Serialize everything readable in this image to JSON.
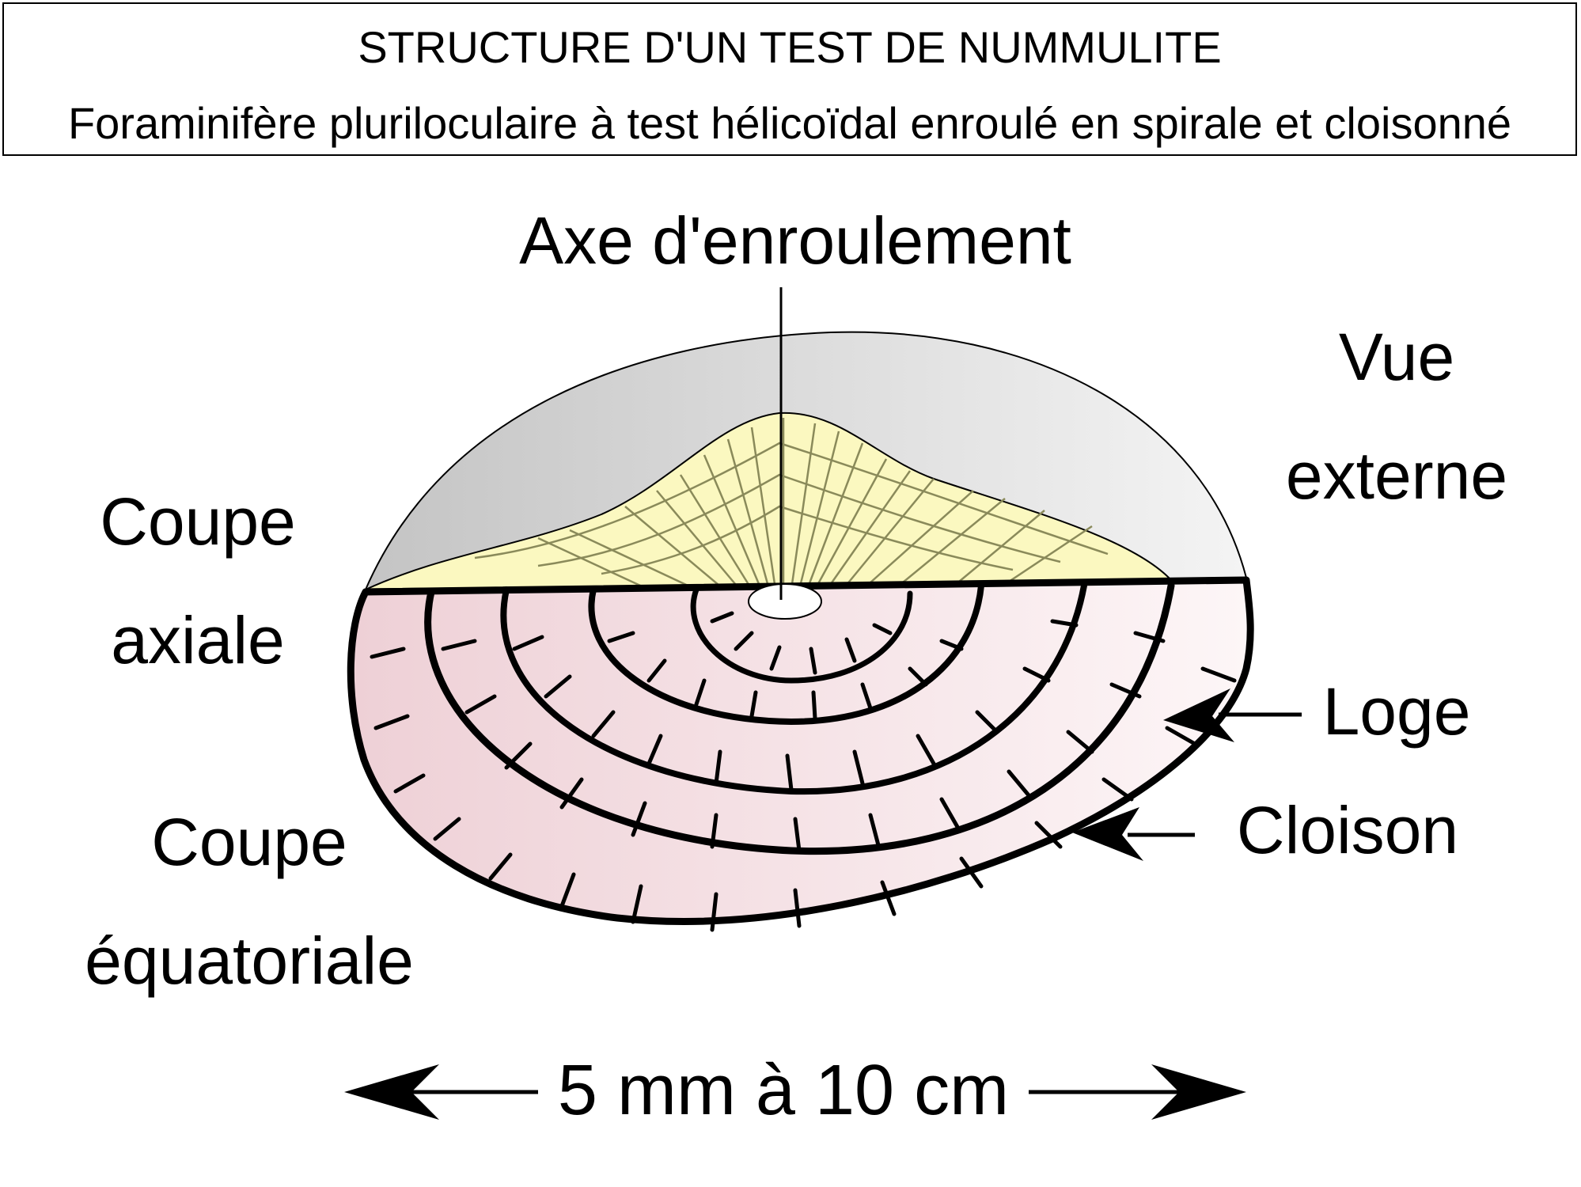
{
  "header": {
    "title": "STRUCTURE D'UN TEST DE NUMMULITE",
    "subtitle": "Foraminifère pluriloculaire à test hélicoïdal enroulé en spirale et cloisonné"
  },
  "labels": {
    "axis": "Axe d'enroulement",
    "external_line1": "Vue",
    "external_line2": "externe",
    "axial_line1": "Coupe",
    "axial_line2": "axiale",
    "equatorial_line1": "Coupe",
    "equatorial_line2": "équatoriale",
    "loge": "Loge",
    "cloison": "Cloison",
    "size": "5 mm à 10 cm"
  },
  "colors": {
    "external_view_left": "#c4c4c4",
    "external_view_right": "#f4f4f4",
    "axial_section": "#fbf8c0",
    "axial_lines": "#8a8a5a",
    "equatorial_left": "#eed0d6",
    "equatorial_right": "#fdf6f7",
    "outline": "#000000"
  }
}
